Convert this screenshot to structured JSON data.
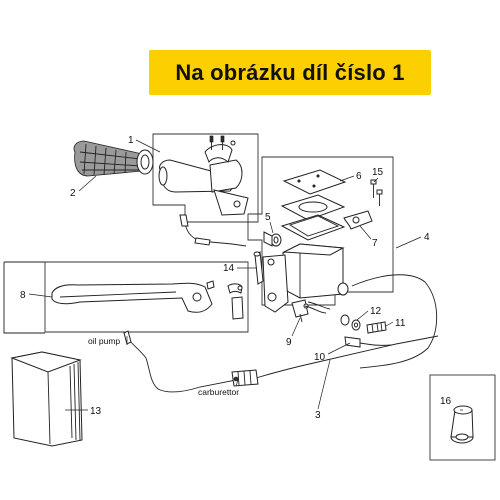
{
  "banner": {
    "text": "Na obrázku díl číslo 1"
  },
  "callouts": {
    "n1": "1",
    "n2": "2",
    "n3": "3",
    "n4": "4",
    "n5": "5",
    "n6": "6",
    "n7": "7",
    "n8": "8",
    "n9": "9",
    "n10": "10",
    "n11": "11",
    "n12": "12",
    "n13": "13",
    "n14": "14",
    "n15": "15",
    "n16": "16"
  },
  "annotations": {
    "oil_pump": "oil pump",
    "carburettor": "carburettor"
  },
  "colors": {
    "banner": "#fcd000",
    "ink": "#222222"
  }
}
